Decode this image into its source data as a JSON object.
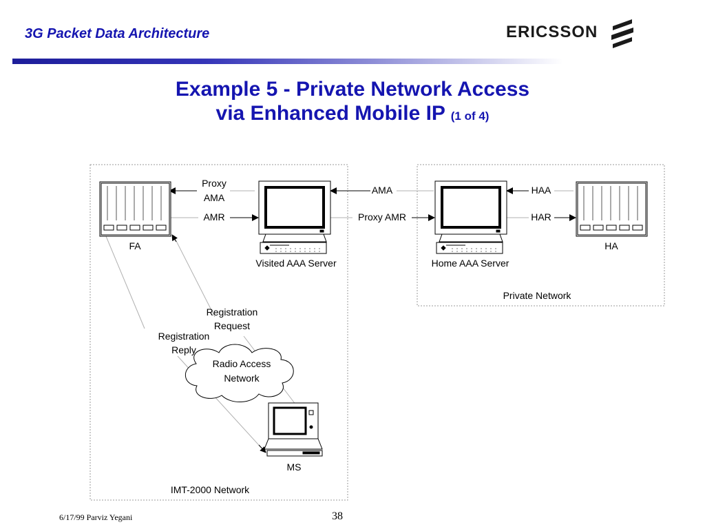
{
  "header": {
    "title": "3G Packet Data Architecture",
    "logo": "ERICSSON"
  },
  "slide": {
    "title_line1": "Example 5 - Private Network Access",
    "title_line2": "via Enhanced Mobile IP",
    "title_suffix": "(1 of 4)"
  },
  "nodes": {
    "fa": "FA",
    "visited_aaa": "Visited AAA Server",
    "home_aaa": "Home AAA Server",
    "ha": "HA",
    "ms": "MS",
    "ran_line1": "Radio Access",
    "ran_line2": "Network"
  },
  "regions": {
    "imt": "IMT-2000 Network",
    "private": "Private Network"
  },
  "messages": {
    "proxy_ama_1": "Proxy",
    "proxy_ama_2": "AMA",
    "amr": "AMR",
    "ama": "AMA",
    "proxy_amr": "Proxy AMR",
    "haa": "HAA",
    "har": "HAR",
    "reg_req_1": "Registration",
    "reg_req_2": "Request",
    "reg_rep_1": "Registration",
    "reg_rep_2": "Reply"
  },
  "footer": {
    "left": "6/17/99 Parviz Yegani",
    "page": "38"
  },
  "colors": {
    "title_blue": "#1515b0",
    "border_gray": "#9a9a9a"
  }
}
